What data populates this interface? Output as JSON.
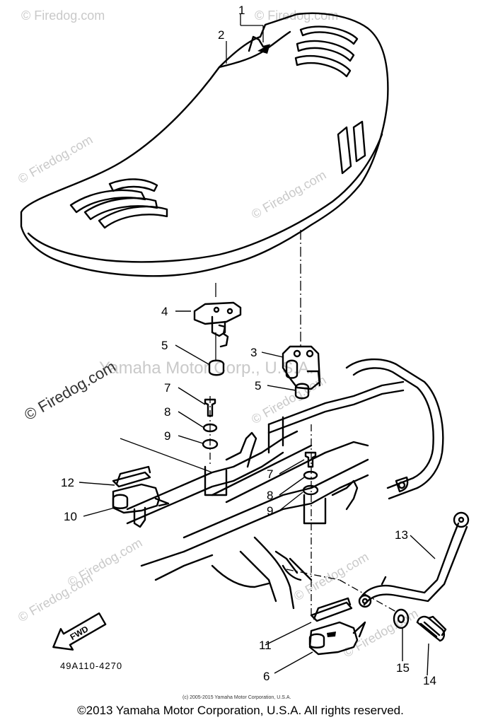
{
  "watermarks": {
    "firedog": "© Firedog.com",
    "yamaha": "Yamaha Motor Corp., U.S.A."
  },
  "labels": {
    "p1": "1",
    "p2": "2",
    "p3": "3",
    "p4": "4",
    "p5a": "5",
    "p5b": "5",
    "p6": "6",
    "p7a": "7",
    "p7b": "7",
    "p8a": "8",
    "p8b": "8",
    "p9a": "9",
    "p9b": "9",
    "p10": "10",
    "p11": "11",
    "p12": "12",
    "p13": "13",
    "p14": "14",
    "p15": "15"
  },
  "fwd_label": "FWD",
  "diagram_code": "49A110-4270",
  "small_copyright": "(c) 2005-2015 Yamaha Motor Corporation, U.S.A.",
  "copyright": "©2013 Yamaha Motor Corporation, U.S.A. All rights reserved."
}
